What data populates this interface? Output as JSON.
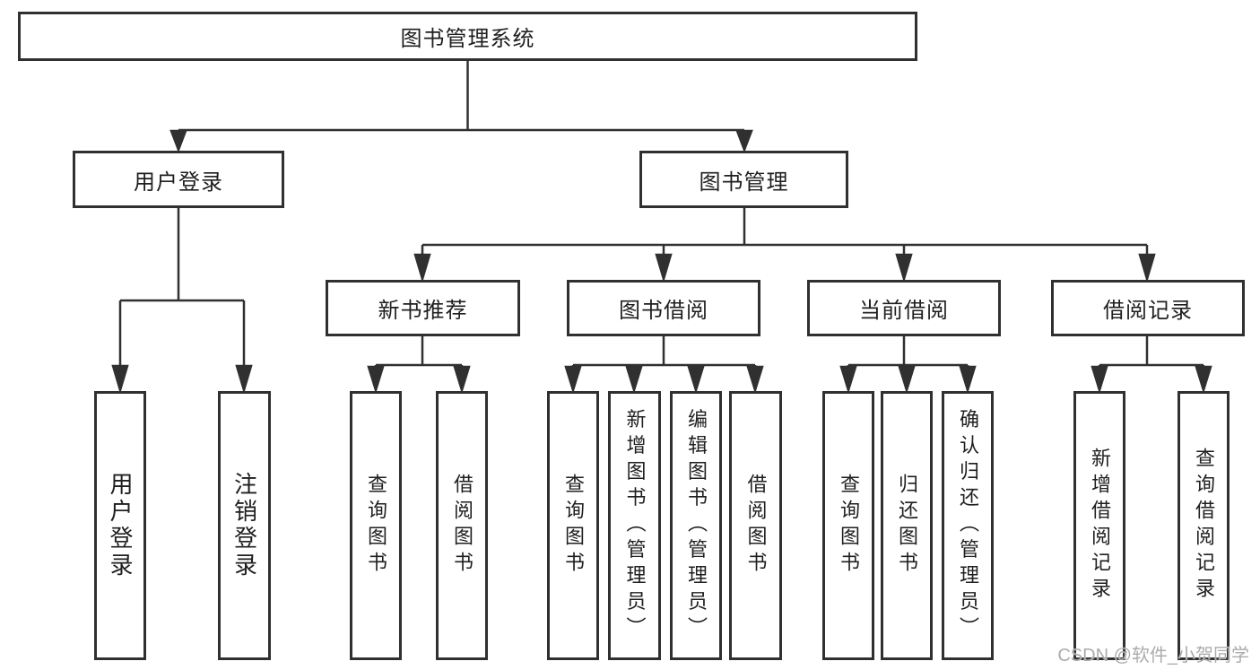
{
  "tree": {
    "label": "图书管理系统",
    "children": [
      {
        "label": "用户登录",
        "children": [
          {
            "label": "用户登录"
          },
          {
            "label": "注销登录"
          }
        ]
      },
      {
        "label": "图书管理",
        "children": [
          {
            "label": "新书推荐",
            "children": [
              {
                "label": "查询图书"
              },
              {
                "label": "借阅图书"
              }
            ]
          },
          {
            "label": "图书借阅",
            "children": [
              {
                "label": "查询图书"
              },
              {
                "label": "新增图书（管理员）"
              },
              {
                "label": "编辑图书（管理员）"
              },
              {
                "label": "借阅图书"
              }
            ]
          },
          {
            "label": "当前借阅",
            "children": [
              {
                "label": "查询图书"
              },
              {
                "label": "归还图书"
              },
              {
                "label": "确认归还（管理员）"
              }
            ]
          },
          {
            "label": "借阅记录",
            "children": [
              {
                "label": "新增借阅记录"
              },
              {
                "label": "查询借阅记录"
              }
            ]
          }
        ]
      }
    ]
  },
  "watermark": {
    "text": "CSDN @软件_小贺同学"
  },
  "colors": {
    "line": "#303030",
    "text": "#1f1f1f",
    "background": "#ffffff",
    "watermark_text": "#ababab"
  }
}
